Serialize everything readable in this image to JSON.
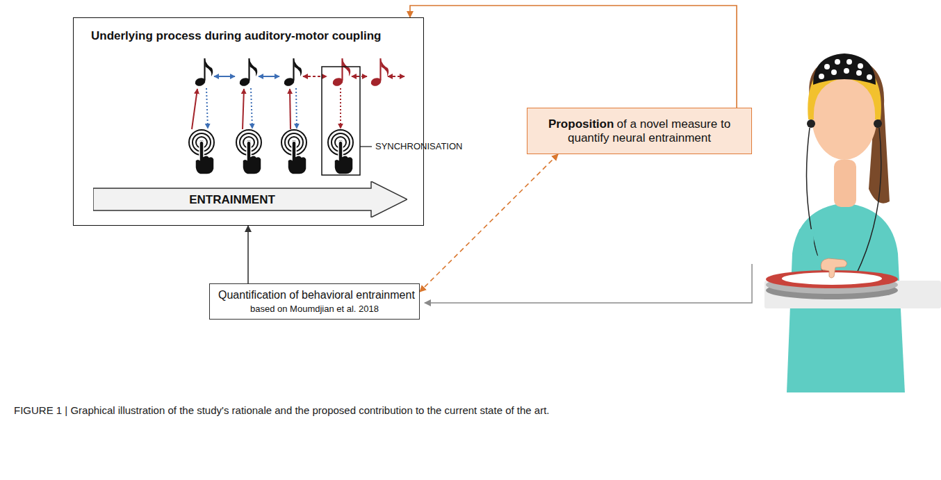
{
  "diagram": {
    "caption": "FIGURE 1 | Graphical illustration of the study's rationale and the proposed contribution to the current state of the art.",
    "nodes": [
      {
        "text": [
          "Underlying process during auditory-motor coupling"
        ]
      },
      {
        "text": [
          "ENTRAINMENT"
        ],
        "in": 0
      },
      {
        "text": [
          "Proposition",
          "of a novel measure to quantify neural entrainment"
        ]
      },
      {
        "text": [
          "Quantification of behavioral entrainment",
          "based on Moumdjian et al. 2018"
        ]
      }
    ],
    "edges": [
      {
        "from": 3,
        "to": 0,
        "arrow": "to"
      },
      {
        "from": 2,
        "to": 0,
        "arrow": "to"
      },
      {
        "from": 2,
        "to": 3,
        "arrow": "both"
      }
    ],
    "labels": [
      "SYNCHRONISATION"
    ]
  }
}
